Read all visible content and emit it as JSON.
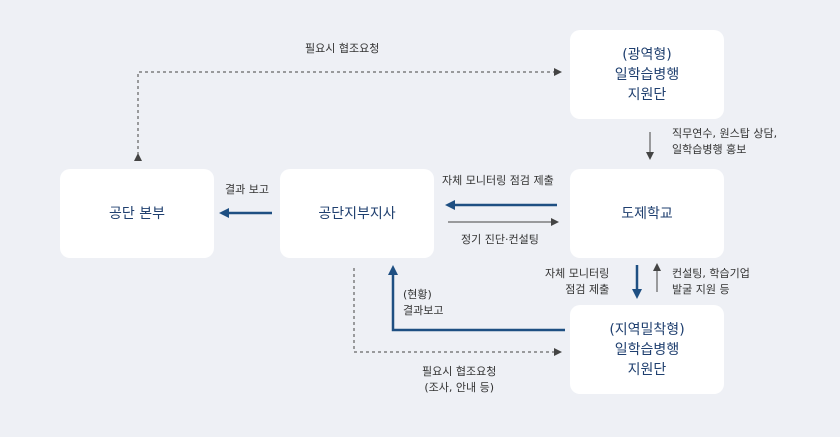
{
  "nodes": {
    "headquarters": "공단 본부",
    "branch": "공단지부지사",
    "school": "도제학교",
    "wide_center": [
      "(광역형)",
      "일학습병행",
      "지원단"
    ],
    "regional_center": [
      "(지역밀착형)",
      "일학습병행",
      "지원단"
    ]
  },
  "labels": {
    "cooperation_top": "필요시 협조요청",
    "training": [
      "직무연수, 원스탑 상담,",
      "일학습병행 홍보"
    ],
    "result_report": "결과 보고",
    "self_monitoring_submit": "자체 모니터링 점검 제출",
    "regular_diagnosis": "정기 진단·컨설팅",
    "self_monitoring_lines": [
      "자체 모니터링",
      "점검 제출"
    ],
    "consulting_lines": [
      "컨설팅, 학습기업",
      "발굴 지원 등"
    ],
    "status_report": [
      "(현황)",
      "결과보고"
    ],
    "cooperation_bottom": [
      "필요시 협조요청",
      "(조사, 안내 등)"
    ]
  },
  "colors": {
    "background": "#eef0f5",
    "box": "#ffffff",
    "box_text": "#1f3f6f",
    "primary_arrow": "#1e4f82",
    "thin_arrow": "#444444"
  }
}
